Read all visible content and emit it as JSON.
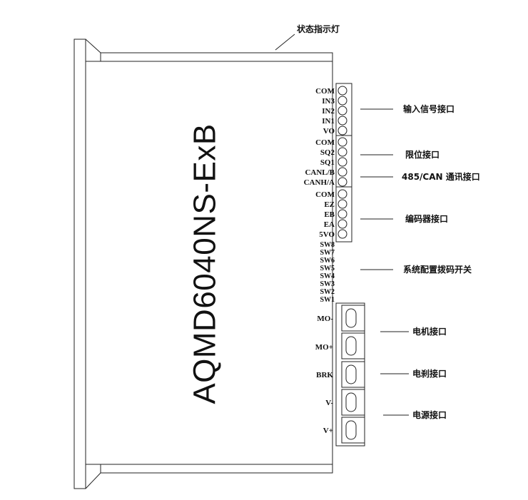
{
  "model_name": "AQMD6040NS-ExB",
  "status_label": "状态指示灯",
  "groups": {
    "input": {
      "callout": "输入信号接口",
      "pins": [
        "COM",
        "IN3",
        "IN2",
        "IN1",
        "VO"
      ]
    },
    "limit": {
      "callout": "限位接口",
      "pins": [
        "COM",
        "SQ2",
        "SQ1"
      ]
    },
    "comm": {
      "callout": "485/CAN 通讯接口",
      "pins": [
        "CANL/B",
        "CANH/A"
      ]
    },
    "encoder": {
      "callout": "编码器接口",
      "pins": [
        "COM",
        "EZ",
        "EB",
        "EA",
        "5VO"
      ]
    },
    "dip": {
      "callout": "系统配置拨码开关",
      "pins": [
        "SW8",
        "SW7",
        "SW6",
        "SW5",
        "SW4",
        "SW3",
        "SW2",
        "SW1"
      ]
    },
    "power_terminals": {
      "pins": [
        "MO-",
        "MO+",
        "BRK",
        "V-",
        "V+"
      ],
      "callouts": {
        "motor": "电机接口",
        "brake": "电刹接口",
        "power": "电源接口"
      }
    }
  }
}
